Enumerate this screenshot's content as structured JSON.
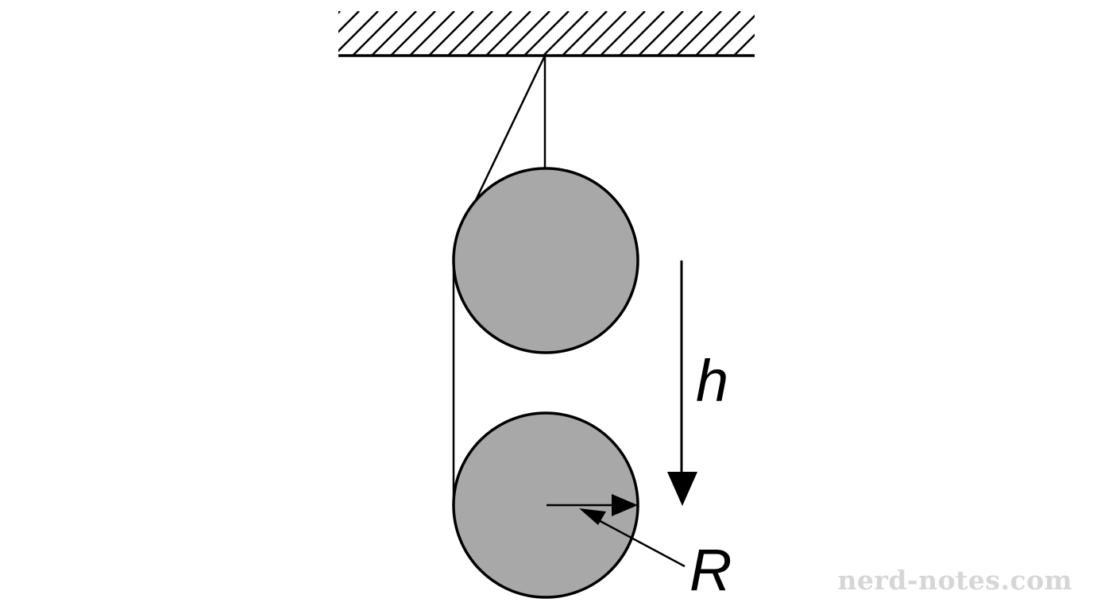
{
  "diagram": {
    "labels": {
      "h": "h",
      "r": "R"
    },
    "watermark": "nerd-notes.com",
    "colors": {
      "disk_fill": "#a8a8a8",
      "stroke": "#000000",
      "watermark": "#d6d6d6"
    }
  }
}
